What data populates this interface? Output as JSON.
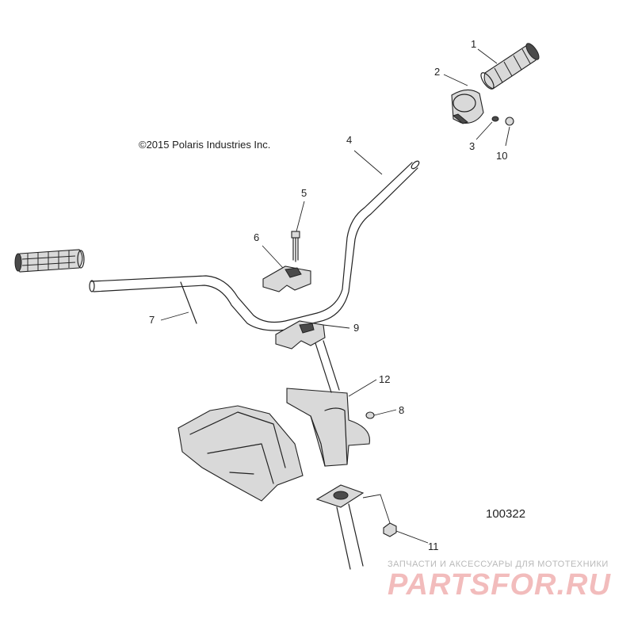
{
  "copyright": "©2015 Polaris Industries Inc.",
  "diagram_number": "100322",
  "callouts": {
    "c1": "1",
    "c2": "2",
    "c3": "3",
    "c4": "4",
    "c5": "5",
    "c6": "6",
    "c7": "7",
    "c8": "8",
    "c9": "9",
    "c10": "10",
    "c11": "11",
    "c12": "12"
  },
  "watermark": {
    "tagline": "ЗАПЧАСТИ И АКСЕССУАРЫ ДЛЯ МОТОТЕХНИКИ",
    "logo": "PARTSFOR.RU"
  }
}
